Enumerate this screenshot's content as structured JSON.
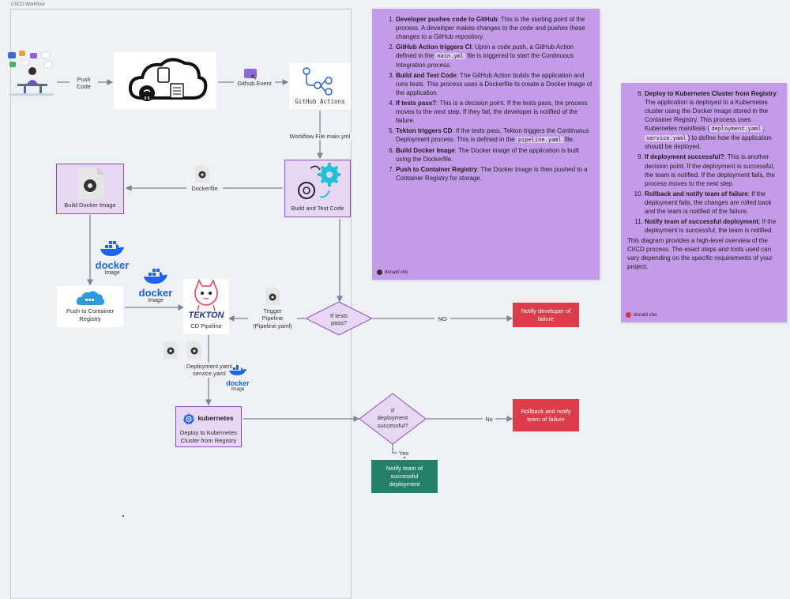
{
  "frame": {
    "title": "CI/CD Workflow"
  },
  "nodes": {
    "push_code": "Push\nCode",
    "github_event": "Github Event",
    "github_actions": "GitHub Actions",
    "workflow_file": "Workflow File main.yml",
    "build_test": "Build and Test Code",
    "dockerfile": "Dockerfile",
    "build_docker_image": "Build Docker Image",
    "push_registry": "Push to Container\nRegistry",
    "docker_text": "docker",
    "image_text": "Image",
    "tekton_text": "TEKTON",
    "cd_pipeline": "CD Pipeline",
    "trigger_pipeline": "Trigger\nPipeline\n(Pipeline.yaml)",
    "if_tests_pass": "If tests\npass?",
    "no_label_1": "NO",
    "notify_dev": "Notify developer of\nfailure",
    "deployment_yaml": "Deployment.yaml\nservice.yaml",
    "kubernetes_text": "kubernetes",
    "deploy_k8s": "Deploy to Kubernetes\nCluster from Registry",
    "if_deploy": "If\ndeployment\nsuccessful?",
    "no_label_2": "No",
    "yes_label": "Yes",
    "rollback": "Rollback and notify\nteam of failure",
    "notify_success": "Notify team of\nsuccessful\ndeployment"
  },
  "note1": {
    "items": [
      {
        "title": "Developer pushes code to GitHub",
        "text": ": This is the starting point of the process. A developer makes changes to the code and pushes these changes to a GitHub repository."
      },
      {
        "title": "GitHub Action triggers CI",
        "text": ": Upon a code push, a GitHub Action defined in the ",
        "code": "main.yml",
        "text2": " file is triggered to start the Continuous Integration process."
      },
      {
        "title": "Build and Test Code",
        "text": ": The GitHub Action builds the application and runs tests. This process uses a Dockerfile to create a Docker image of the application."
      },
      {
        "title": "If tests pass?",
        "text": ": This is a decision point. If the tests pass, the process moves to the next step. If they fail, the developer is notified of the failure."
      },
      {
        "title": "Tekton triggers CD",
        "text": ": If the tests pass, Tekton triggers the Continuous Deployment process. This is defined in the ",
        "code": "pipeline.yaml",
        "text2": " file."
      },
      {
        "title": "Build Docker Image",
        "text": ": The Docker image of the application is built using the Dockerfile."
      },
      {
        "title": "Push to Container Registry",
        "text": ": The Docker image is then pushed to a Container Registry for storage."
      }
    ],
    "author": "donald cho"
  },
  "note2": {
    "items": [
      {
        "title": "Deploy to Kubernetes Cluster from Registry",
        "text": ": The application is deployed to a Kubernetes cluster using the Docker image stored in the Container Registry. This process uses Kubernetes manifests (",
        "code": "deployment.yaml",
        "text2": ", ",
        "code2": "service.yaml",
        "text3": ") to define how the application should be deployed."
      },
      {
        "title": "If deployment successful?",
        "text": ": This is another decision point. If the deployment is successful, the team is notified. If the deployment fails, the process moves to the next step."
      },
      {
        "title": "Rollback and notify team of failure",
        "text": ": If the deployment fails, the changes are rolled back and the team is notified of the failure."
      },
      {
        "title": "Notify team of successful deployment",
        "text": ": If the deployment is successful, the team is notified."
      }
    ],
    "summary": "This diagram provides a high-level overview of the CI/CD process. The exact steps and tools used can vary depending on the specific requirements of your project.",
    "author": "donald cho"
  },
  "colors": {
    "note": "#c49be8",
    "purple_border": "#8a4fbf",
    "purple_fill": "#e8d7f3",
    "red": "#dc3d4b",
    "green": "#24806a",
    "docker_blue": "#1d63ed",
    "arrow": "#7a8494"
  }
}
